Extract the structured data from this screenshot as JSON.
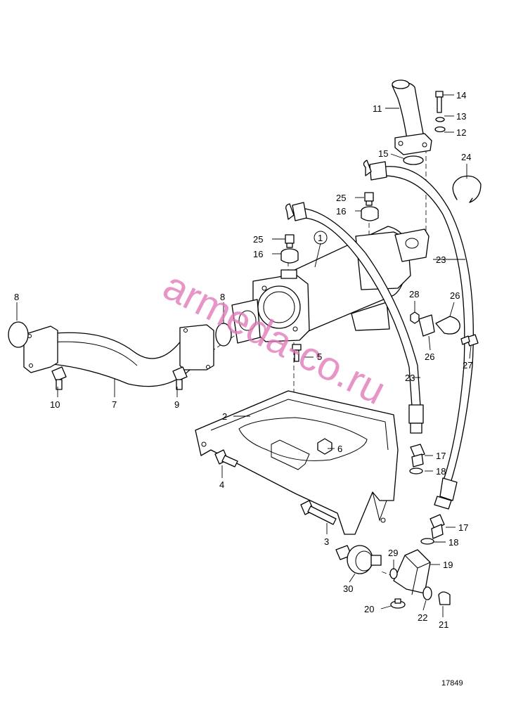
{
  "watermark": "armeda-co.ru",
  "figure_number": "17849",
  "callouts": {
    "c1": "1",
    "c2": "2",
    "c3": "3",
    "c4": "4",
    "c5": "5",
    "c6": "6",
    "c7": "7",
    "c8a": "8",
    "c8b": "8",
    "c9": "9",
    "c10": "10",
    "c11": "11",
    "c12": "12",
    "c13": "13",
    "c14": "14",
    "c15": "15",
    "c16a": "16",
    "c16b": "16",
    "c17a": "17",
    "c17b": "17",
    "c18a": "18",
    "c18b": "18",
    "c19": "19",
    "c20": "20",
    "c21": "21",
    "c22": "22",
    "c23a": "23",
    "c23b": "23",
    "c24": "24",
    "c25a": "25",
    "c25b": "25",
    "c26a": "26",
    "c26b": "26",
    "c27": "27",
    "c28": "28",
    "c29": "29",
    "c30": "30"
  },
  "colors": {
    "watermark": "#e27ab8",
    "line": "#000000",
    "background": "#ffffff"
  }
}
